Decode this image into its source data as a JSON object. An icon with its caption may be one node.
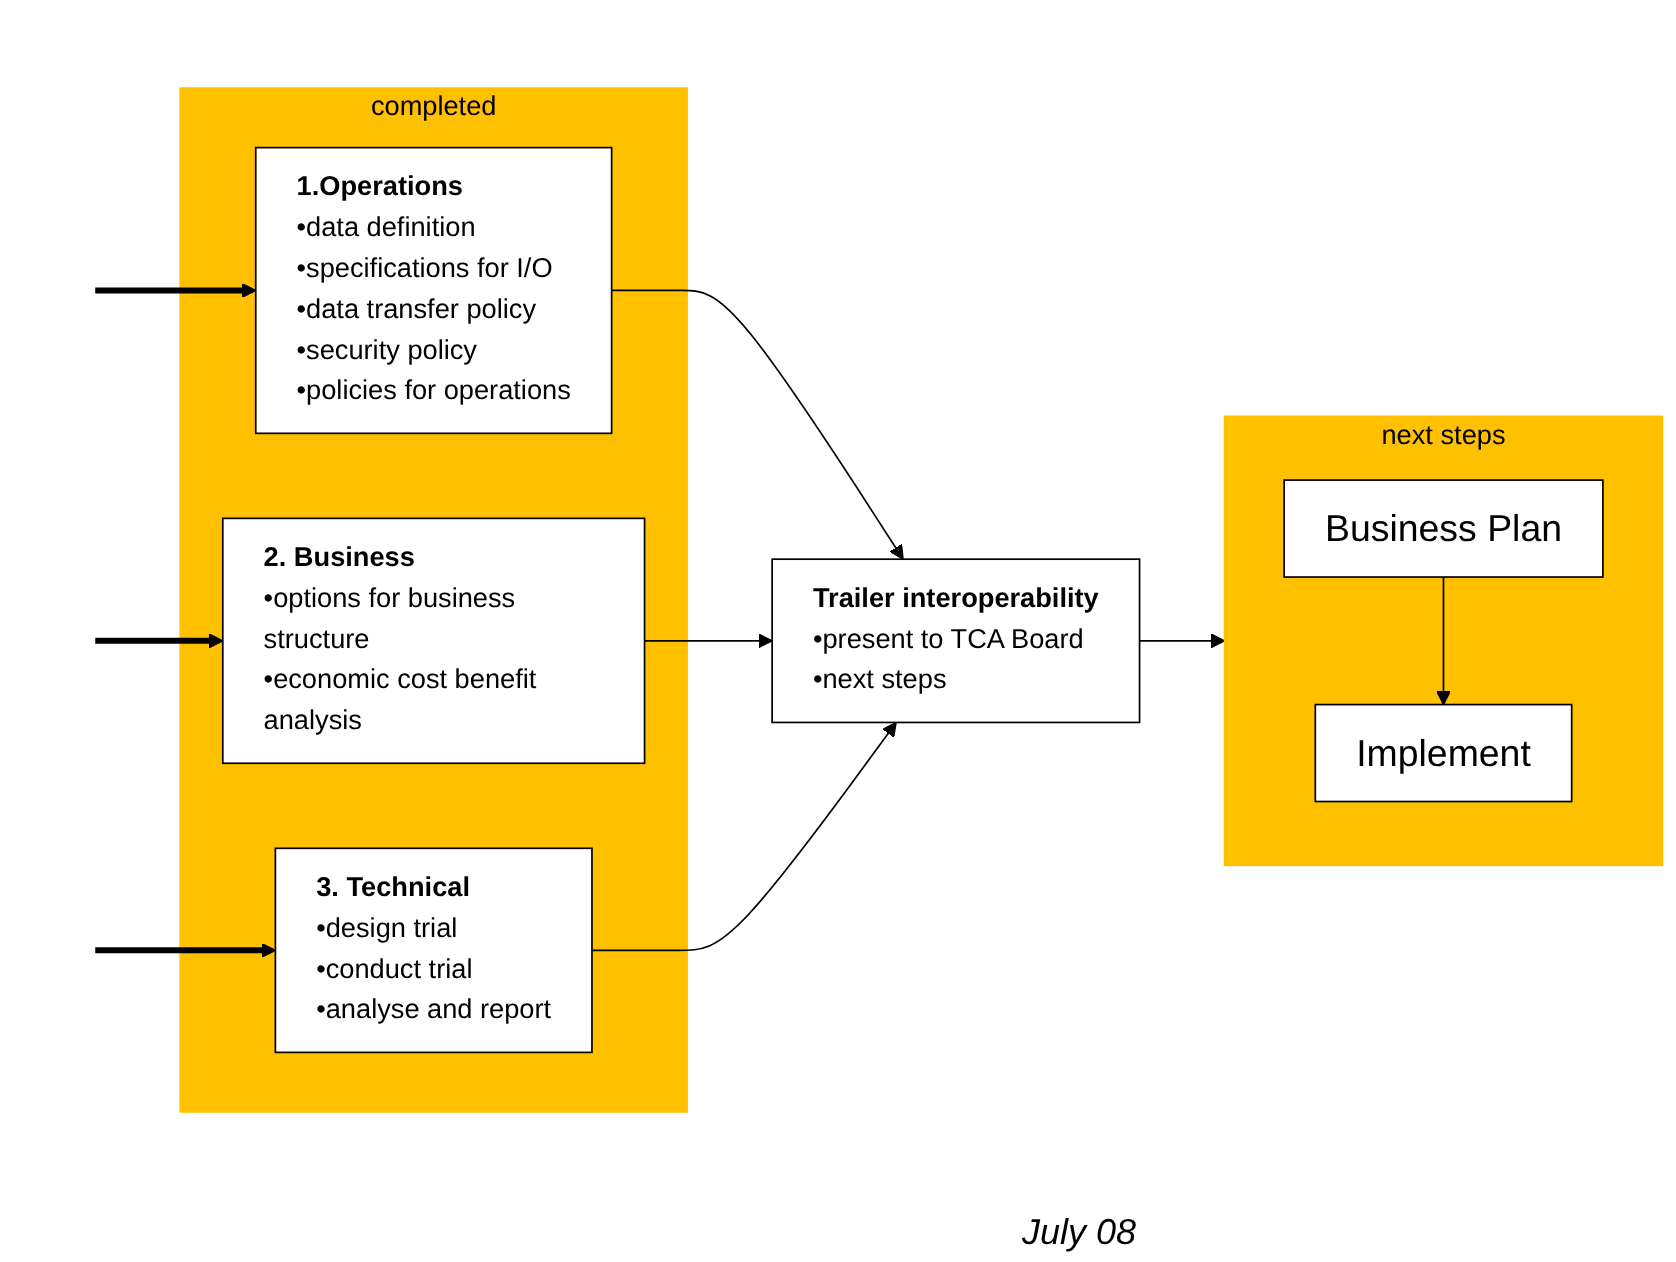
{
  "diagram": {
    "nodes": [
      {
        "text": [
          "completed"
        ]
      },
      {
        "text": [
          "1.Operations",
          "•data definition",
          "•specifications for I/O",
          "•data transfer policy",
          "•security policy",
          "•policies for operations"
        ],
        "in": 0
      },
      {
        "text": [
          "2. Business",
          "•options for business structure",
          "•economic cost benefit analysis"
        ],
        "in": 0
      },
      {
        "text": [
          "3. Technical",
          "•design trial",
          "•conduct trial",
          "•analyse and report"
        ],
        "in": 0
      },
      {
        "text": [
          "Trailer interoperability",
          "•present to TCA Board",
          "•next steps"
        ]
      },
      {
        "text": [
          "next steps"
        ]
      },
      {
        "text": [
          "Business Plan"
        ],
        "in": 5
      },
      {
        "text": [
          "Implement"
        ],
        "in": 5
      }
    ],
    "edges": [
      {
        "from": null,
        "to": 1,
        "arrow": "to",
        "style": "thick"
      },
      {
        "from": null,
        "to": 2,
        "arrow": "to",
        "style": "thick"
      },
      {
        "from": null,
        "to": 3,
        "arrow": "to",
        "style": "thick"
      },
      {
        "from": 1,
        "to": 4,
        "arrow": "to"
      },
      {
        "from": 2,
        "to": 4,
        "arrow": "to"
      },
      {
        "from": 3,
        "to": 4,
        "arrow": "to"
      },
      {
        "from": 4,
        "to": 5,
        "arrow": "to"
      },
      {
        "from": 6,
        "to": 7,
        "arrow": "to"
      }
    ],
    "labels": [
      "July 08"
    ]
  }
}
